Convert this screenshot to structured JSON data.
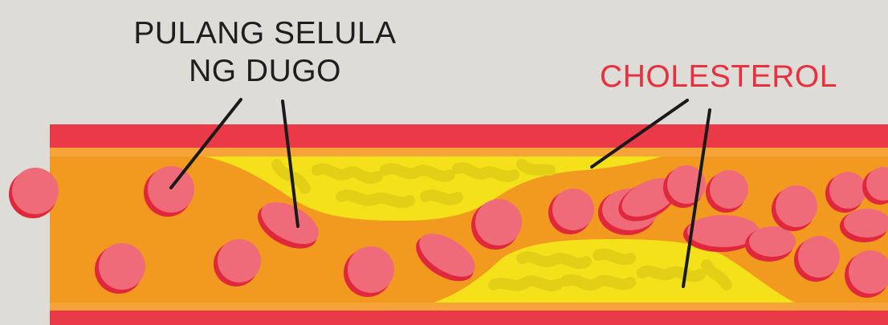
{
  "labels": {
    "red_blood_cells_line1": "PULANG SELULA",
    "red_blood_cells_line2": "NG DUGO",
    "cholesterol": "CHOLESTEROL"
  },
  "colors": {
    "background": "#dedcd7",
    "vessel_wall": "#ea3a48",
    "vessel_lining": "#f6a33a",
    "blood": "#f29a1f",
    "cholesterol_plaque": "#f5e11a",
    "plaque_texture": "#e3cf16",
    "red_blood_cell": "#ef6b7a",
    "red_blood_cell_rim": "#e1273c",
    "cholesterol_label": "#e8303f",
    "label_text": "#1e1e1e"
  }
}
